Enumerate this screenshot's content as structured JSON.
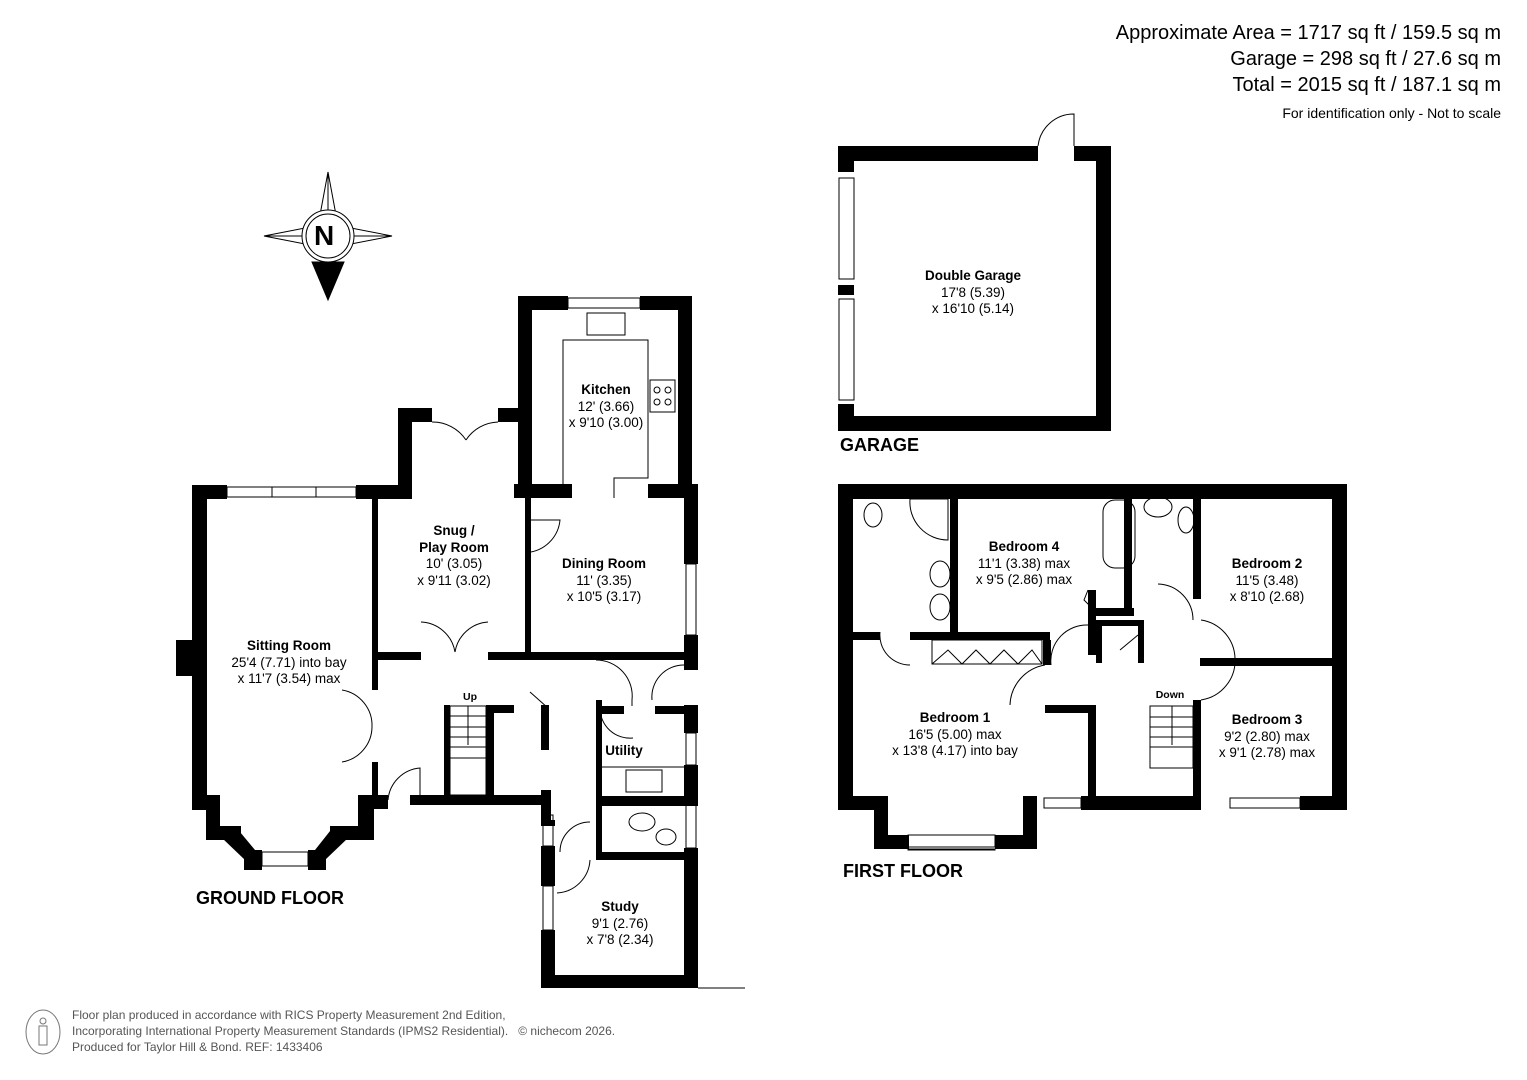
{
  "header": {
    "approximate_area": "Approximate Area = 1717 sq ft / 159.5 sq m",
    "garage_area": "Garage = 298 sq ft / 27.6 sq m",
    "total_area": "Total = 2015 sq ft / 187.1 sq m",
    "disclaimer": "For identification only - Not to scale"
  },
  "compass": {
    "label": "N",
    "icon": "compass-rose-icon"
  },
  "floors": {
    "ground": {
      "title": "GROUND FLOOR",
      "stairs_label": "Up",
      "rooms": [
        {
          "name": "Sitting Room",
          "dim1": "25'4 (7.71) into bay",
          "dim2": "x 11'7 (3.54) max"
        },
        {
          "name": "Snug /",
          "name2": "Play Room",
          "dim1": "10' (3.05)",
          "dim2": "x 9'11 (3.02)"
        },
        {
          "name": "Kitchen",
          "dim1": "12' (3.66)",
          "dim2": "x 9'10 (3.00)"
        },
        {
          "name": "Dining Room",
          "dim1": "11' (3.35)",
          "dim2": "x 10'5 (3.17)"
        },
        {
          "name": "Utility"
        },
        {
          "name": "Study",
          "dim1": "9'1 (2.76)",
          "dim2": "x 7'8 (2.34)"
        }
      ]
    },
    "garage": {
      "title": "GARAGE",
      "rooms": [
        {
          "name": "Double Garage",
          "dim1": "17'8 (5.39)",
          "dim2": "x 16'10 (5.14)"
        }
      ]
    },
    "first": {
      "title": "FIRST FLOOR",
      "stairs_label": "Down",
      "rooms": [
        {
          "name": "Bedroom 4",
          "dim1": "11'1 (3.38) max",
          "dim2": "x 9'5 (2.86) max"
        },
        {
          "name": "Bedroom 2",
          "dim1": "11'5 (3.48)",
          "dim2": "x 8'10 (2.68)"
        },
        {
          "name": "Bedroom 1",
          "dim1": "16'5 (5.00) max",
          "dim2": "x 13'8 (4.17) into bay"
        },
        {
          "name": "Bedroom 3",
          "dim1": "9'2 (2.80) max",
          "dim2": "x 9'1 (2.78) max"
        }
      ]
    }
  },
  "footer": {
    "line1": "Floor plan produced in accordance with RICS Property Measurement 2nd Edition,",
    "line2": "Incorporating International Property Measurement Standards (IPMS2 Residential).",
    "copyright": "© nichecom 2026.",
    "line3": "Produced for Taylor Hill & Bond.   REF: 1433406",
    "icon": "person-icon"
  },
  "colors": {
    "wall": "#000000",
    "background": "#ffffff",
    "footer_text": "#555555"
  }
}
